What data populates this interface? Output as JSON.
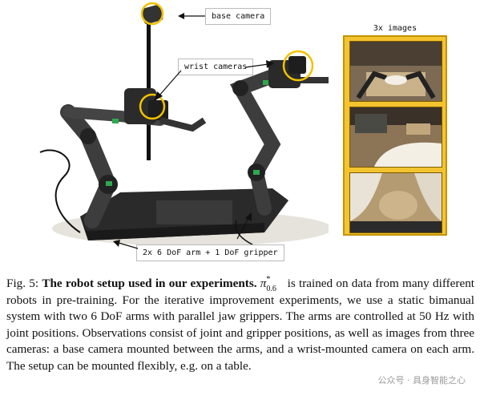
{
  "labels": {
    "base_camera": "base camera",
    "wrist_cameras": "wrist cameras",
    "arm_spec": "2x 6 DoF arm + 1 DoF gripper",
    "images_title": "3x images"
  },
  "caption": {
    "fig_label": "Fig. 5:",
    "bold_title": "The robot setup used in our experiments.",
    "symbol": "π",
    "sup": "*",
    "sub": "0.6",
    "text_after_symbol": "is trained on data from many different robots in pre-training. For the iterative improvement experiments, we use a static bimanual system with two 6 DoF arms with parallel jaw grippers. The arms are controlled at 50 Hz with joint positions. Observations consist of joint and gripper positions, as well as images from three cameras: a base camera mounted between the arms, and a wrist-mounted camera on each arm. The setup can be mounted flexibly, e.g. on a table."
  },
  "watermark": "公众号 · 具身智能之心",
  "colors": {
    "panel_bg": "#f4c430",
    "highlight_circle": "#f2c200"
  }
}
